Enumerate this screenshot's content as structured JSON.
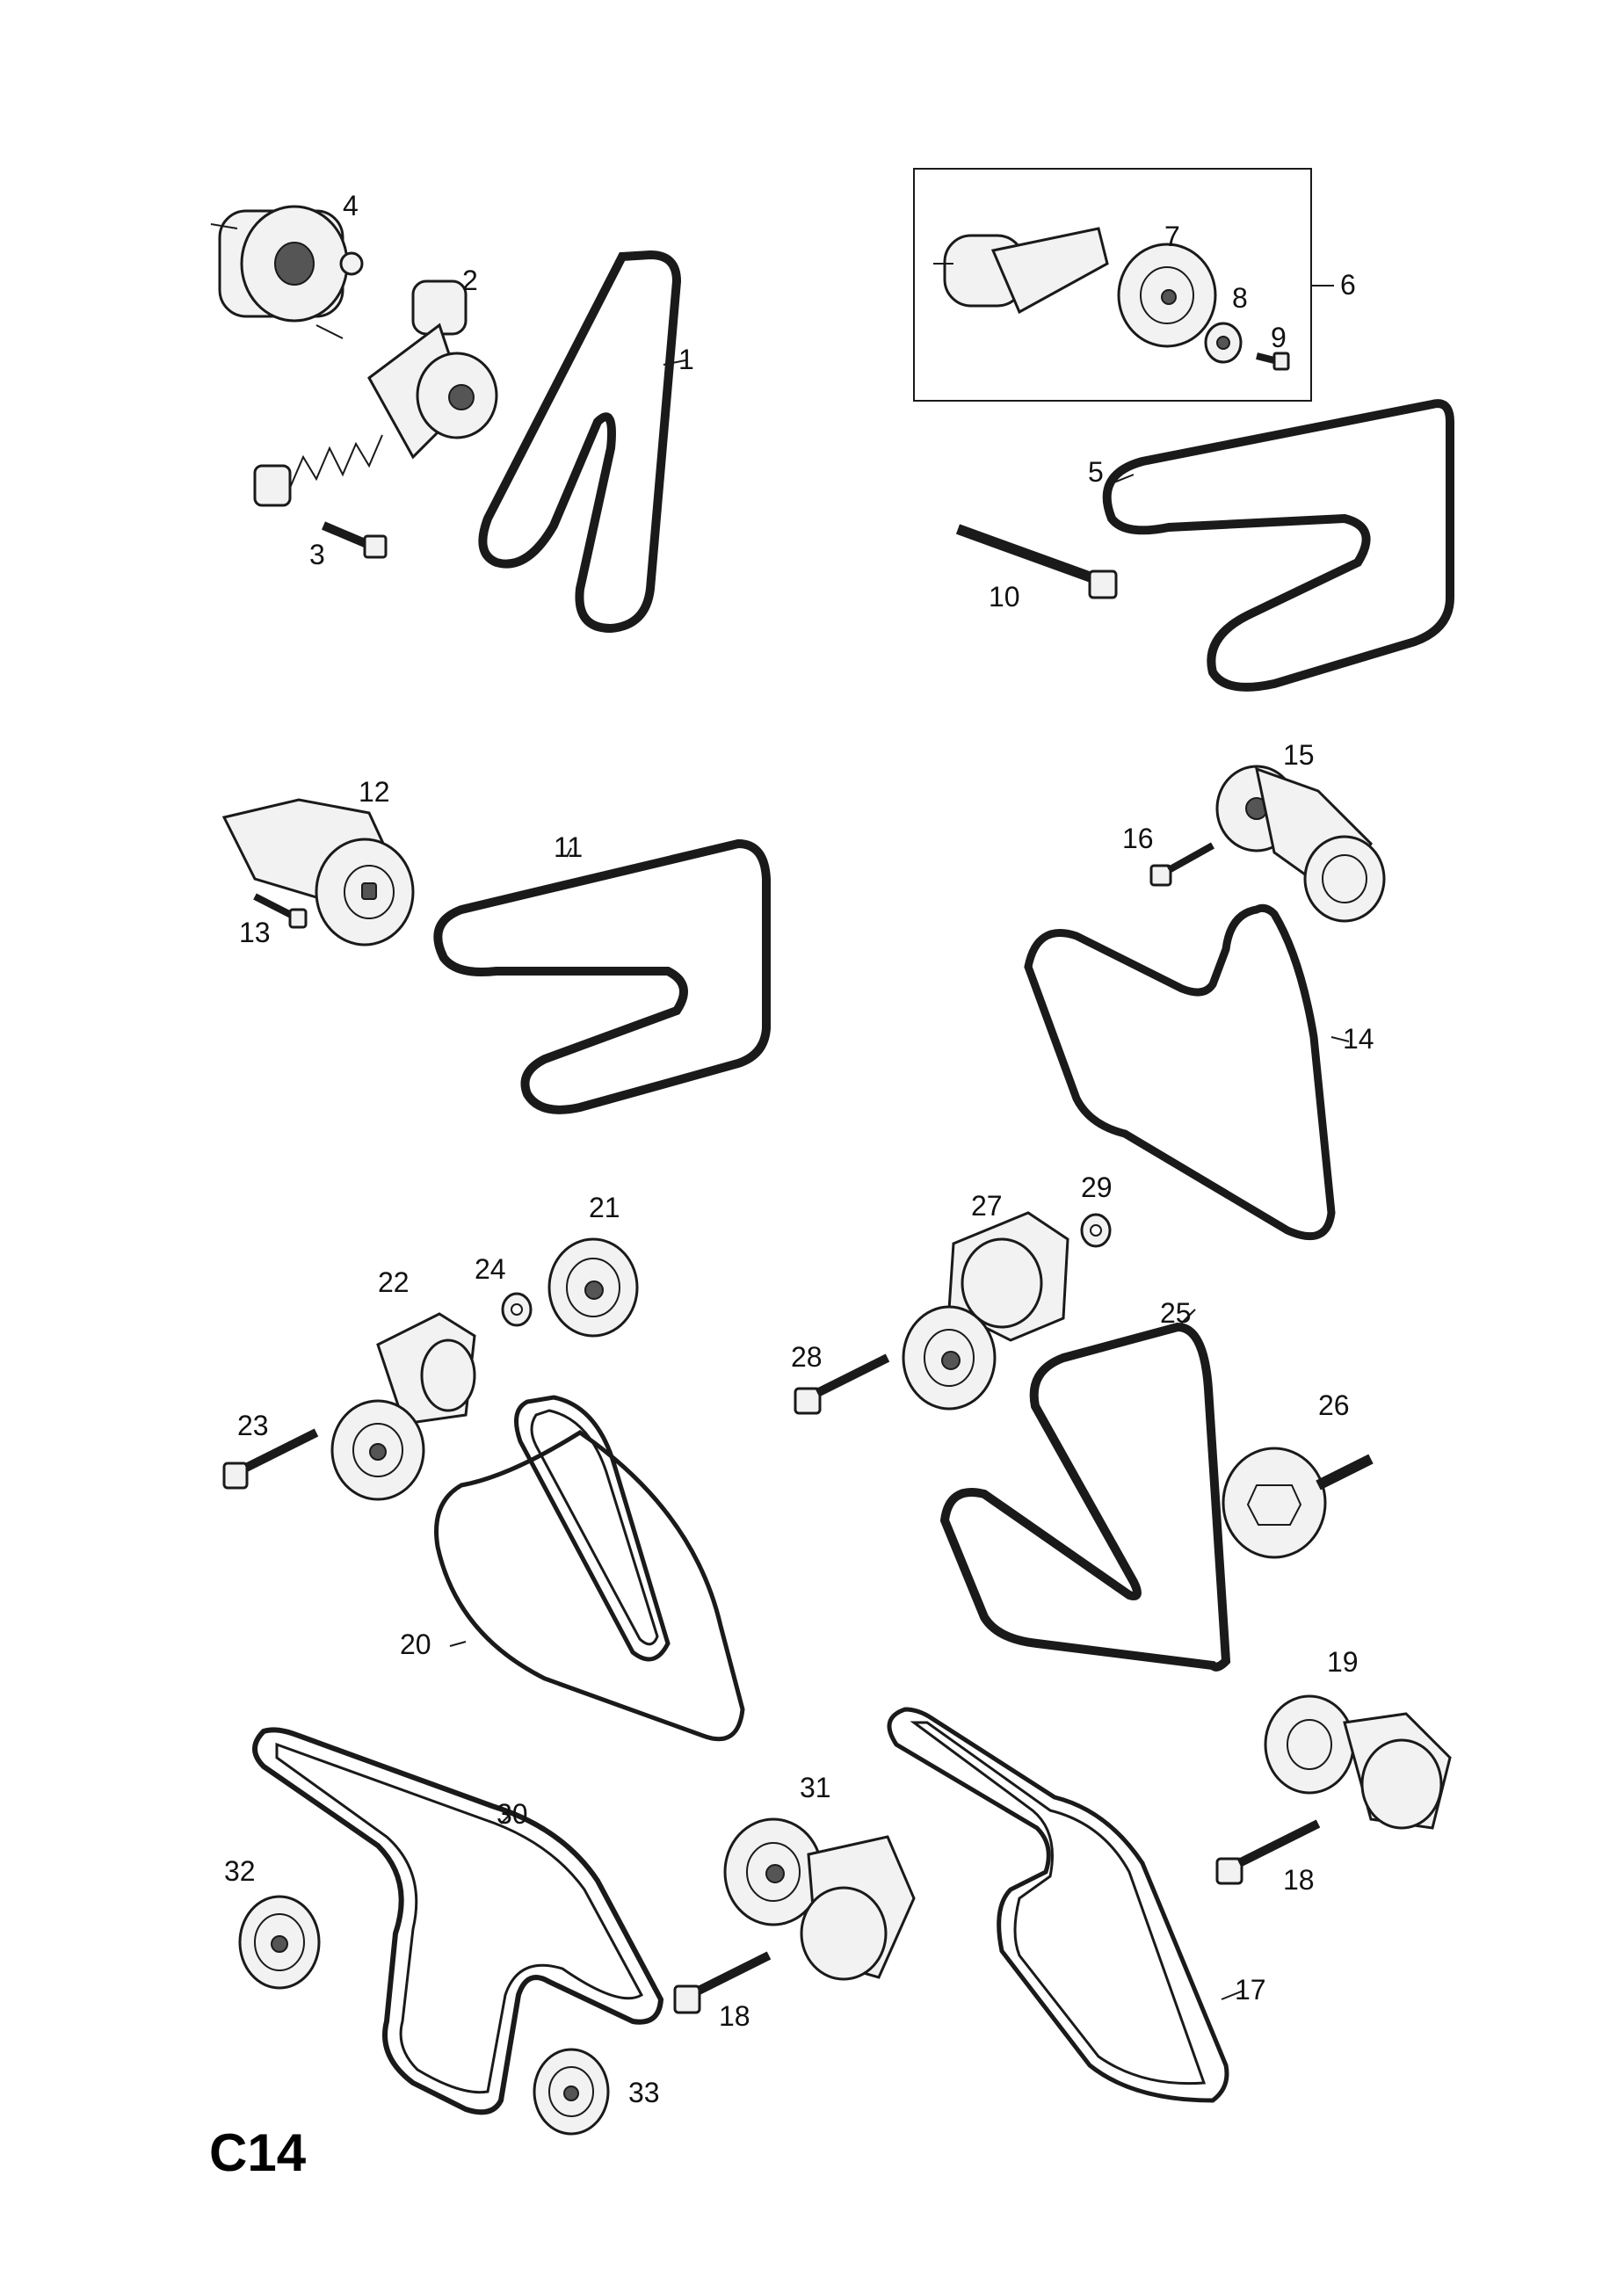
{
  "diagram": {
    "code": "C14",
    "colors": {
      "ink": "#1a1a1a",
      "background": "#ffffff"
    },
    "callouts": {
      "c1": "1",
      "c2": "2",
      "c3": "3",
      "c4": "4",
      "c5": "5",
      "c6": "6",
      "c7": "7",
      "c8": "8",
      "c9": "9",
      "c10": "10",
      "c11": "11",
      "c12": "12",
      "c13": "13",
      "c14": "14",
      "c15": "15",
      "c16": "16",
      "c17": "17",
      "c18a": "18",
      "c18b": "18",
      "c19": "19",
      "c20": "20",
      "c21": "21",
      "c22": "22",
      "c23": "23",
      "c24": "24",
      "c25": "25",
      "c26": "26",
      "c27": "27",
      "c28": "28",
      "c29": "29",
      "c30": "30",
      "c31": "31",
      "c32": "32",
      "c33": "33"
    }
  }
}
